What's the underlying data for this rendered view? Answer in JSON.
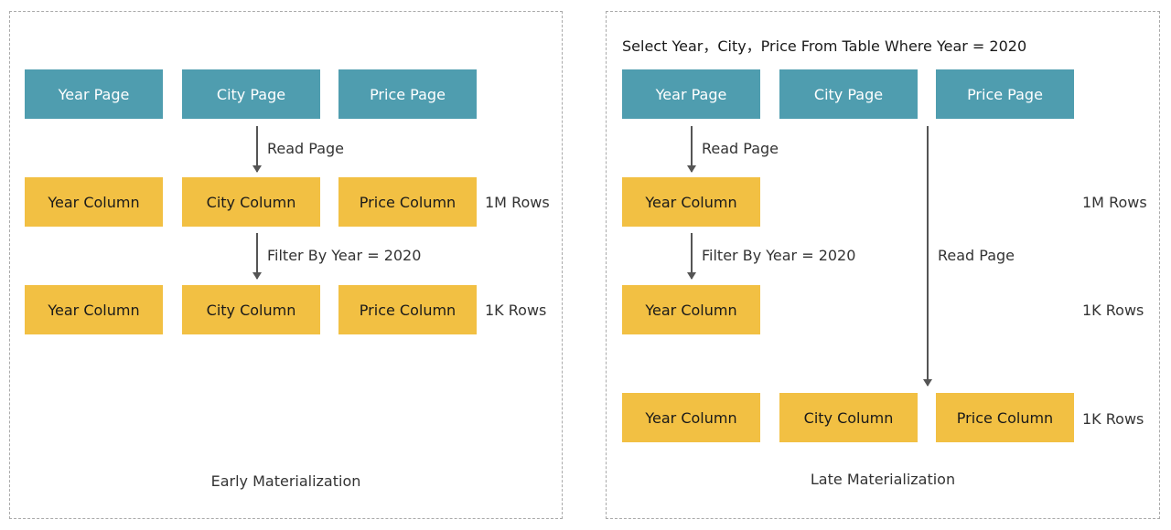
{
  "colors": {
    "page": "#4f9daf",
    "column": "#f2c043",
    "border": "#aaaaaa",
    "arrow": "#555555"
  },
  "early": {
    "pages": [
      "Year Page",
      "City Page",
      "Price Page"
    ],
    "read_label": "Read Page",
    "columns_1": [
      "Year Column",
      "City Column",
      "Price Column"
    ],
    "rows_1": "1M Rows",
    "filter_label": "Filter By Year = 2020",
    "columns_2": [
      "Year Column",
      "City Column",
      "Price Column"
    ],
    "rows_2": "1K Rows",
    "caption": "Early Materialization"
  },
  "late": {
    "query": "Select Year，City，Price From Table Where Year = 2020",
    "pages": [
      "Year Page",
      "City Page",
      "Price Page"
    ],
    "read_label": "Read Page",
    "column_1": "Year Column",
    "rows_1": "1M Rows",
    "filter_label": "Filter By Year = 2020",
    "column_2": "Year Column",
    "rows_2": "1K Rows",
    "read_label_2": "Read Page",
    "columns_3": [
      "Year Column",
      "City Column",
      "Price Column"
    ],
    "rows_3": "1K Rows",
    "caption": "Late Materialization"
  }
}
